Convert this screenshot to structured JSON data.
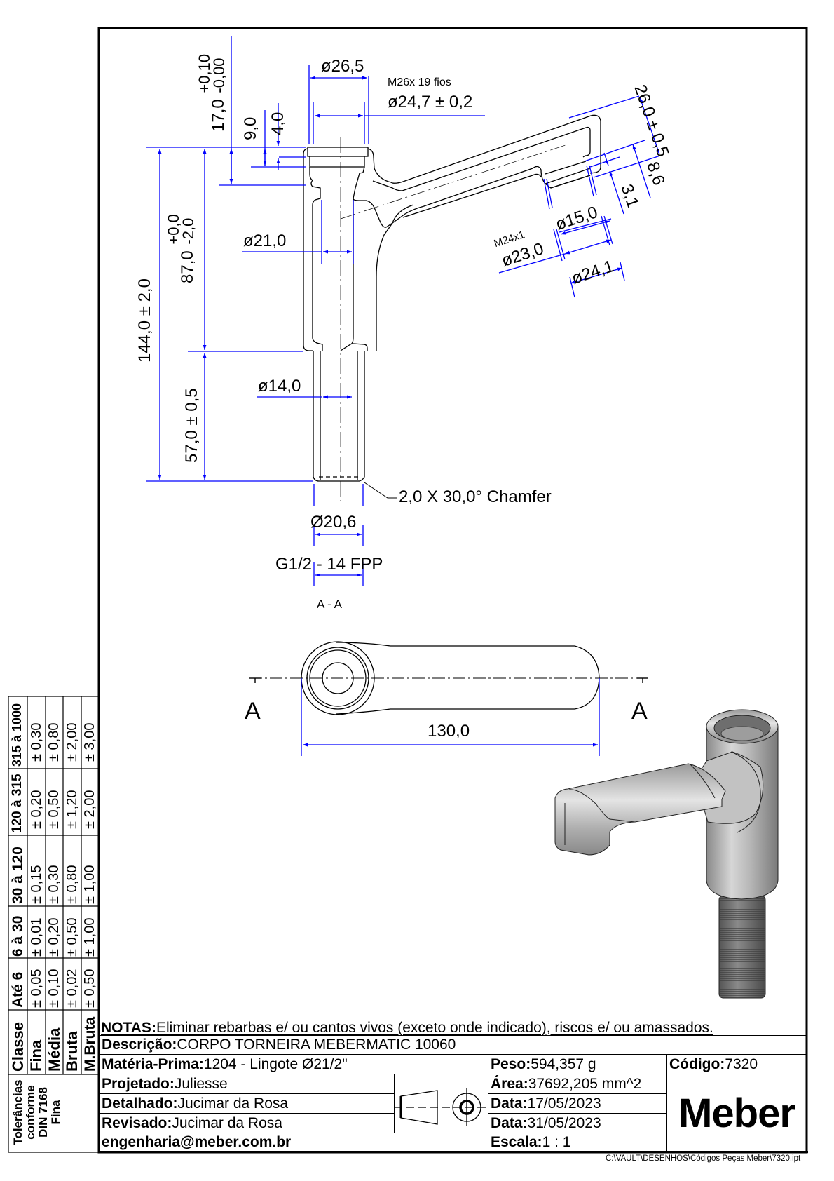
{
  "drawing": {
    "section_view": {
      "label": "A - A",
      "dimensions": {
        "dia_top_outer": "ø26,5",
        "thread_top_note": "M26x 19 fios",
        "dia_top_inner": "ø24,7 ± 0,2",
        "height_17_base": "17,0",
        "height_17_tol_plus": "+0,10",
        "height_17_tol_minus": "-0,00",
        "height_9": "9,0",
        "height_4": "4,0",
        "overall_height": "144,0 ± 2,0",
        "body_height_base": "87,0",
        "body_height_tol_plus": "+0,0",
        "body_height_tol_minus": "-2,0",
        "stem_height": "57,0 ± 0,5",
        "dia_bore": "ø21,0",
        "dia_stem_bore": "ø14,0",
        "chamfer_note": "2,0 X 30,0° Chamfer",
        "dia_stem_outer": "Ø20,6",
        "thread_stem": "G1/2 - 14 FPP",
        "spout_height": "26,0 ± 0,5",
        "spout_8_6": "8,6",
        "spout_3_1": "3,1",
        "spout_dia_15": "ø15,0",
        "spout_thread_note": "M24x1",
        "spout_dia_23": "ø23,0",
        "spout_dia_24_1": "ø24,1"
      }
    },
    "top_view": {
      "section_mark_left": "A",
      "section_mark_right": "A",
      "length": "130,0"
    },
    "colors": {
      "dimension": "#0000ff",
      "outline": "#000000"
    }
  },
  "tolerance_table": {
    "title_lines": [
      "Tolerâncias",
      "conforme",
      "DIN 7168",
      "Fina"
    ],
    "header": "Classe",
    "classes": [
      "Fina",
      "Média",
      "Bruta",
      "M.Bruta"
    ],
    "ranges": [
      {
        "label": "Até 6",
        "values": [
          "± 0,05",
          "± 0,10",
          "± 0,02",
          "± 0,50"
        ]
      },
      {
        "label": "6 à 30",
        "values": [
          "± 0,01",
          "± 0,20",
          "± 0,50",
          "± 1,00"
        ]
      },
      {
        "label": "30 à 120",
        "values": [
          "± 0,15",
          "± 0,30",
          "± 0,80",
          "± 1,00"
        ]
      },
      {
        "label": "120 à 315",
        "values": [
          "± 0,20",
          "± 0,50",
          "± 1,20",
          "± 2,00"
        ]
      },
      {
        "label": "315 à 1000",
        "values": [
          "± 0,30",
          "± 0,80",
          "± 2,00",
          "± 3,00"
        ]
      }
    ]
  },
  "title_block": {
    "notes_label": "NOTAS:",
    "notes_text": " Eliminar rebarbas e/ ou cantos vivos (exceto onde indicado), riscos e/ ou amassados.",
    "description_label": "Descrição:",
    "description_value": " CORPO TORNEIRA MEBERMATIC 10060",
    "material_label": "Matéria-Prima:",
    "material_value": " 1204 - Lingote Ø21/2\"",
    "weight_label": "Peso:",
    "weight_value": " 594,357 g",
    "code_label": "Código:",
    "code_value": " 7320",
    "designed_label": "Projetado:",
    "designed_value": " Juliesse",
    "area_label": "Área:",
    "area_value": "37692,205 mm^2",
    "detailed_label": "Detalhado:",
    "detailed_value": " Jucimar da Rosa",
    "date1_label": "Data:",
    "date1_value": " 17/05/2023",
    "reviewed_label": "Revisado:",
    "reviewed_value": " Jucimar da Rosa",
    "date2_label": "Data:",
    "date2_value": " 31/05/2023",
    "email": "engenharia@meber.com.br",
    "scale_label": "Escala:",
    "scale_value": " 1 : 1",
    "logo": "Meber",
    "file_path": "C:\\VAULT\\DESENHOS\\Códigos Peças Meber\\7320.ipt"
  }
}
